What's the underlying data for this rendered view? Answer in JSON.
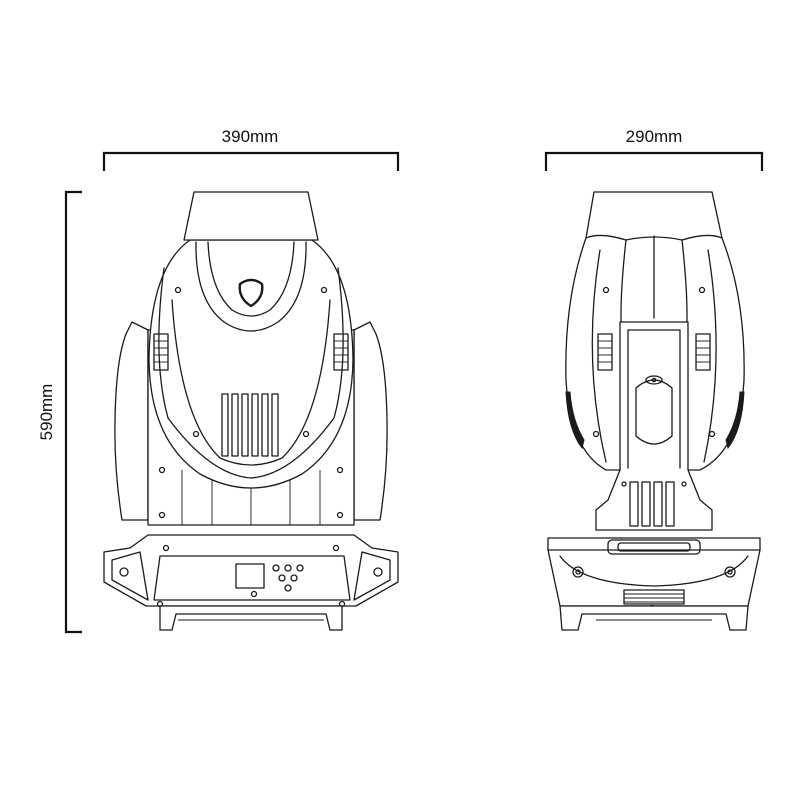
{
  "dimensions": {
    "front_width": "390mm",
    "side_width": "290mm",
    "height": "590mm"
  },
  "colors": {
    "line": "#1a1a1a",
    "background": "#ffffff"
  }
}
